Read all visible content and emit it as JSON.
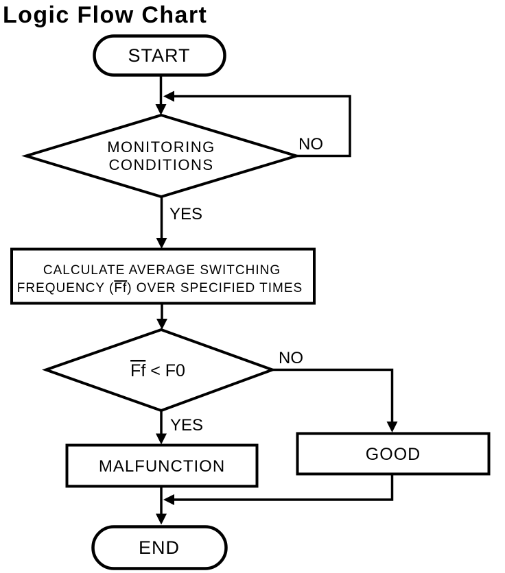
{
  "title": "Logic Flow Chart",
  "colors": {
    "ink": "#000000",
    "background": "#ffffff"
  },
  "nodes": {
    "start": {
      "type": "terminator",
      "label": "START"
    },
    "monitoring": {
      "type": "decision",
      "line1": "MONITORING",
      "line2": "CONDITIONS"
    },
    "calculate": {
      "type": "process",
      "line1": "CALCULATE AVERAGE SWITCHING",
      "line2_pre": "FREQUENCY (",
      "line2_overlined": "Ff",
      "line2_post": ") OVER SPECIFIED TIMES"
    },
    "threshold": {
      "type": "decision",
      "overlined": "Ff",
      "rest": " < F0"
    },
    "malfunction": {
      "type": "process",
      "label": "MALFUNCTION"
    },
    "good": {
      "type": "process",
      "label": "GOOD"
    },
    "end": {
      "type": "terminator",
      "label": "END"
    }
  },
  "edge_labels": {
    "monitoring_no": "NO",
    "monitoring_yes": "YES",
    "threshold_no": "NO",
    "threshold_yes": "YES"
  }
}
